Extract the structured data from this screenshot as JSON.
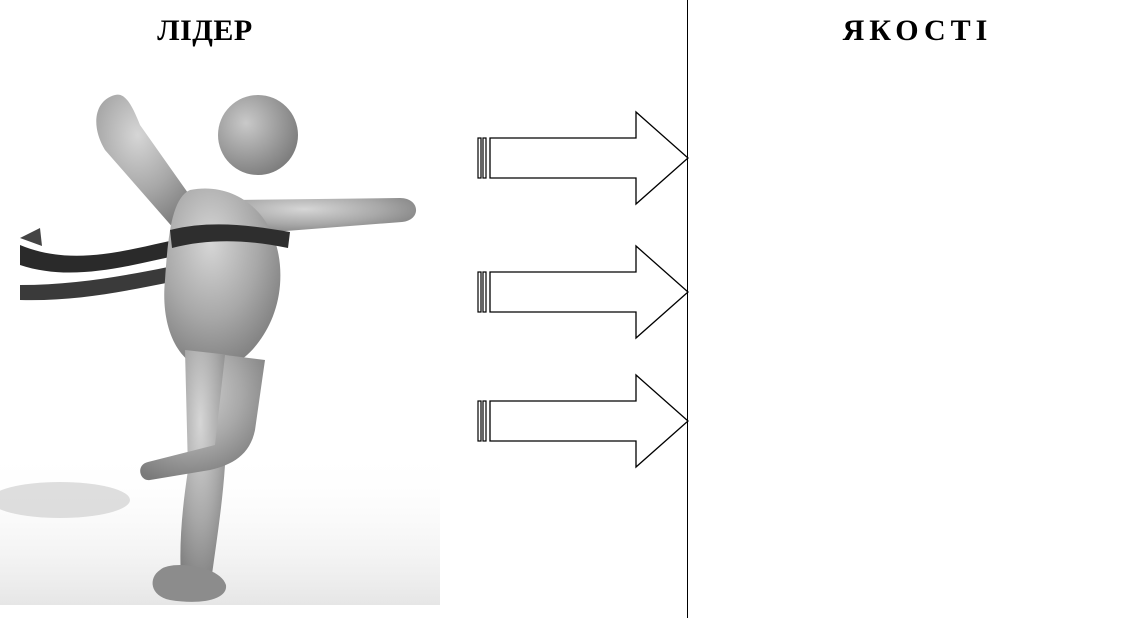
{
  "diagram": {
    "left_title": "ЛІДЕР",
    "right_title": "ЯКОСТІ",
    "arrow_count": 3,
    "colors": {
      "ink": "#000000",
      "figure": "#9a9a9a",
      "background": "#ffffff"
    },
    "icons": [
      "leader-figure-image",
      "right-arrow-icon"
    ]
  }
}
